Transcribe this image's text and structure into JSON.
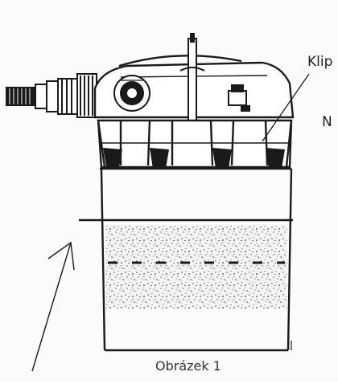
{
  "labels": {
    "clip": "Klip",
    "partial_right": "N",
    "caption": "Obrázek 1"
  },
  "colors": {
    "ink": "#1a1a1a",
    "paper": "#fbfbfb",
    "foam_speckle": "#555555"
  }
}
